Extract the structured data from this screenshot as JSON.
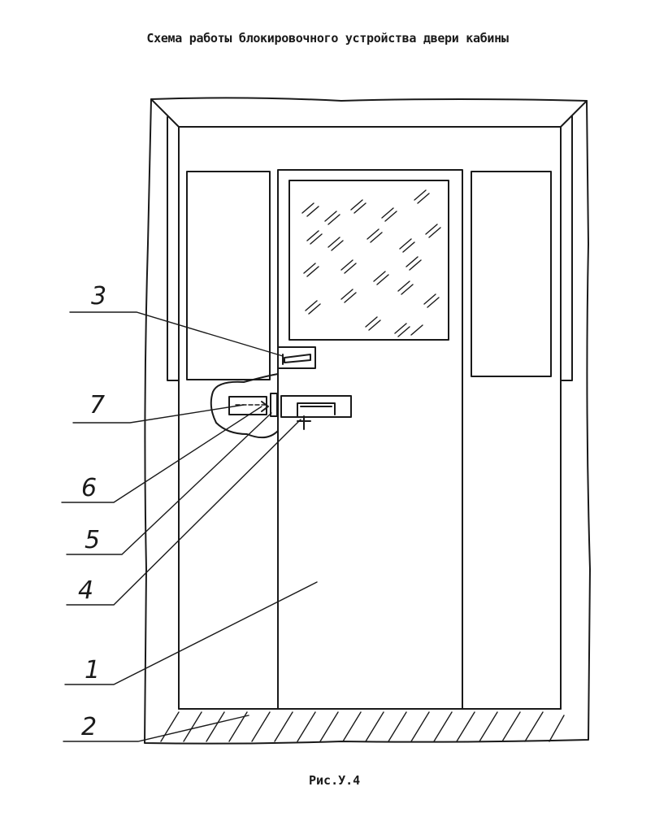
{
  "title": "Схема работы блокировочного устройства двери кабины",
  "caption": "Рис.У.4",
  "callouts": [
    "3",
    "7",
    "6",
    "5",
    "4",
    "1",
    "2"
  ],
  "colors": {
    "ink": "#1a1a1a",
    "background": "#ffffff"
  }
}
